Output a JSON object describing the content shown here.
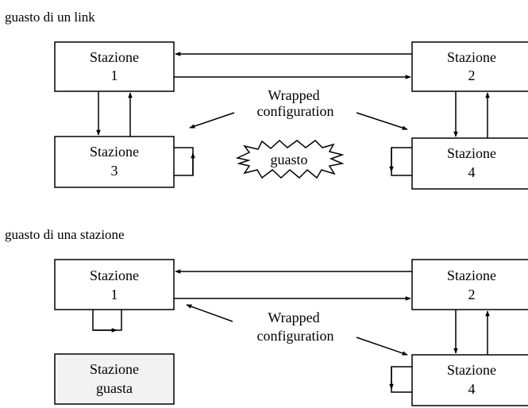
{
  "diagram1": {
    "title": "guasto di un link",
    "stations": [
      {
        "line1": "Stazione",
        "line2": "1"
      },
      {
        "line1": "Stazione",
        "line2": "2"
      },
      {
        "line1": "Stazione",
        "line2": "3"
      },
      {
        "line1": "Stazione",
        "line2": "4"
      }
    ],
    "note": {
      "line1": "Wrapped",
      "line2": "configuration"
    },
    "fault_label": "guasto"
  },
  "diagram2": {
    "title": "guasto di una stazione",
    "stations": [
      {
        "line1": "Stazione",
        "line2": "1"
      },
      {
        "line1": "Stazione",
        "line2": "2"
      },
      {
        "line1": "Stazione",
        "line2": "guasta"
      },
      {
        "line1": "Stazione",
        "line2": "4"
      }
    ],
    "note": {
      "line1": "Wrapped",
      "line2": "configuration"
    }
  },
  "colors": {
    "line": "#000000",
    "failed_station_fill": "#f2f2f2",
    "box_fill": "#ffffff"
  }
}
